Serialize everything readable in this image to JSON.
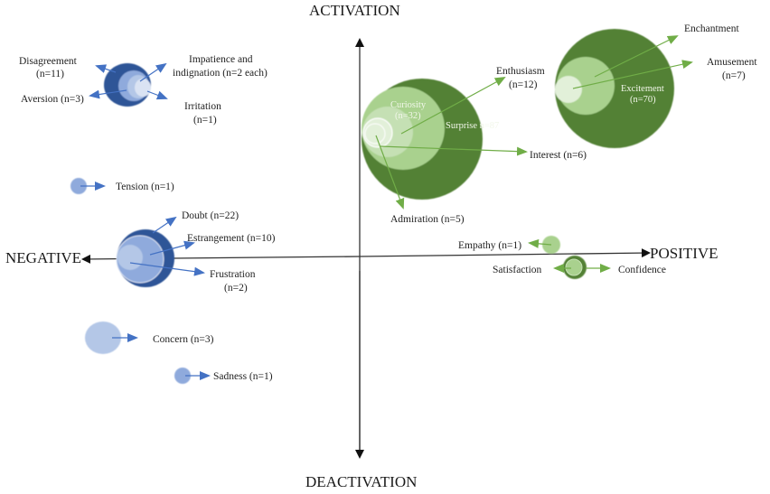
{
  "axes": {
    "top": "ACTIVATION",
    "bottom": "DEACTIVATION",
    "left": "NEGATIVE",
    "right": "POSITIVE"
  },
  "colors": {
    "blue_dark": "#2f5597",
    "blue_mid": "#8faadc",
    "blue_light": "#b4c7e7",
    "blue_pale": "#dae3f3",
    "blue_arrow": "#4472c4",
    "green_dark": "#538135",
    "green_mid": "#a9d18e",
    "green_light": "#c5e0b4",
    "green_pale": "#e2f0d9",
    "green_arrow": "#70ad47",
    "axis": "#333333"
  },
  "clusters": {
    "disagreement": {
      "labels": {
        "disagreement_1": "Disagreement",
        "disagreement_2": "(n=11)",
        "impatience_1": "Impatience and",
        "impatience_2": "indignation (n=2 each)",
        "aversion": "Aversion (n=3)",
        "irritation_1": "Irritation",
        "irritation_2": "(n=1)"
      }
    },
    "tension": {
      "label": "Tension (n=1)"
    },
    "doubt": {
      "labels": {
        "doubt": "Doubt (n=22)",
        "estrangement": "Estrangement  (n=10)",
        "frustration_1": "Frustration",
        "frustration_2": "(n=2)"
      }
    },
    "concern": {
      "label": "Concern (n=3)"
    },
    "sadness": {
      "label": "Sadness (n=1)"
    },
    "surprise": {
      "labels": {
        "surprise": "Surprise n=87",
        "curiosity_1": "Curiosity",
        "curiosity_2": "(n=32)",
        "enthusiasm_1": "Enthusiasm",
        "enthusiasm_2": "(n=12)",
        "interest": "Interest (n=6)",
        "admiration": "Admiration (n=5)"
      }
    },
    "excitement": {
      "labels": {
        "excitement_1": "Excitement",
        "excitement_2": "(n=70)",
        "enchantment": "Enchantment",
        "amusement_1": "Amusement",
        "amusement_2": "(n=7)"
      }
    },
    "empathy": {
      "label": "Empathy (n=1)"
    },
    "satisfaction": {
      "labels": {
        "satisfaction": "Satisfaction",
        "confidence": "Confidence"
      }
    }
  }
}
